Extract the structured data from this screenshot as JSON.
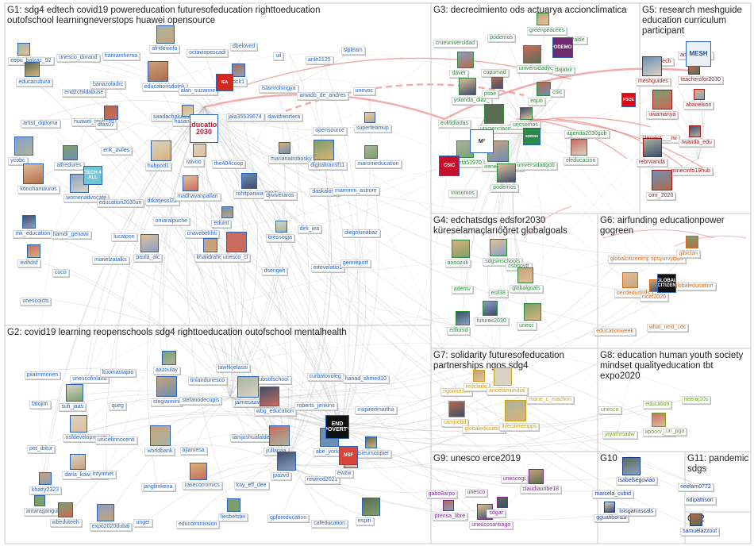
{
  "groups": [
    {
      "title": "G1: sdg4 edtech covid19 powereducation futuresofeducation righttoeducation outofschool learningneverstops huawei opensource"
    },
    {
      "title": "G2: covid19 learning reopenschools sdg4 righttoeducation outofschool mentalhealth"
    },
    {
      "title": "G3: decrecimiento ods actuarya accionclimatica"
    },
    {
      "title": "G4: edchatsdgs edsfor2030 küreselamaçlarıöğret globalgoals"
    },
    {
      "title": "G5: research meshguide education curriculum participant"
    },
    {
      "title": "G6: airfunding educationpower gogreen"
    },
    {
      "title": "G7: solidarity futuresofeducation partnerships ngos sdg4"
    },
    {
      "title": "G8: education human youth society mindset qualityeducation tbt expo2020"
    },
    {
      "title": "G9: unesco erce2019"
    },
    {
      "title": "G10"
    },
    {
      "title": "G11: pandemic sdgs"
    },
    {
      "title": "G12"
    }
  ],
  "labels": {
    "g1": [
      "eepu_balzac_92",
      "unesco_durand",
      "hanramhema",
      "afridevinfo",
      "octaviopescadi",
      "dbeloved",
      "uil",
      "anle2125",
      "slpleam",
      "educacultura",
      "end2childabuse",
      "banazoladrc",
      "educationsdotpk",
      "alan_suzanne",
      "ostock1",
      "islamrohingya",
      "amado_de_andres",
      "unevoc",
      "artist_diploma",
      "huawei_tech4all",
      "dfas07",
      "saadachakzai1",
      "hasansagdic7",
      "jala35539674",
      "davidresrtera",
      "opensource",
      "superteamup",
      "ycobc",
      "alfredures",
      "erik_aviles",
      "hubpod1",
      "raivoo",
      "the404coop",
      "marianatrobosky",
      "digitaltransf11",
      "maromeducation",
      "konohamauros",
      "womenadvocate",
      "education2030un",
      "drkatjessi22",
      "madhavanpallan",
      "rohitpanwar2010",
      "djiviveraros",
      "daskalosk",
      "mammm_astrom",
      "mk_education",
      "hamdi_genawi",
      "lucatoon",
      "omaralpuche",
      "cnavebekhti",
      "eduint",
      "bressogja",
      "dirk_iea",
      "diegolunabaz",
      "evihdsf",
      "cuco",
      "marielzatalks",
      "paula_alc",
      "khalidrahee",
      "unesco_cl",
      "dsengeh",
      "ertevelatio1",
      "gemreport",
      "unescoicts"
    ],
    "g2": [
      "piiaimmonen",
      "unescofinland",
      "ltuomastapio",
      "aazoulay",
      "tinlandunesco",
      "tawfikjelassi",
      "hubsofschool",
      "curbatovoleg",
      "hanad_shmed10",
      "fatojim",
      "sufi_jaas",
      "queg",
      "stegiannini",
      "stefanodecupis",
      "jaimesaavedra",
      "wbg_education",
      "roberts_jenkins",
      "inspiredmartha",
      "per_ibitur",
      "nsfdevelopments",
      "unicefinnocenti",
      "worldbank",
      "ajlamesa",
      "iamjoshualalde",
      "yullanaa",
      "abe_yorke",
      "tsieursoupier",
      "khatty2323",
      "daria_kowalska_",
      "intymnet",
      "jangllinkena",
      "rasecorromics",
      "kay_eff_dee",
      "jpazvd",
      "rewired2021",
      "ewzw",
      "antaraganguli",
      "wbeduteeh",
      "expo2020dubai",
      "ungei",
      "educommission",
      "liesbetstei",
      "gpforeducation",
      "cafeducation",
      "espin"
    ],
    "g3": [
      "crueuniversidad",
      "podemos",
      "greenpeacees",
      "juralde",
      "davet",
      "cupumad",
      "universidadyc",
      "dajalvir",
      "yolanda_diaz_",
      "psoe",
      "equo",
      "csic",
      "euklidiadas",
      "unicienciasomos",
      "urjcsomos",
      "agenda2030gob",
      "marta51970",
      "irene63807229",
      "universidadgob",
      "eleducacion",
      "vmsomos",
      "podemos"
    ],
    "g4": [
      "oanozuk",
      "sdgsinschools",
      "csbgovtr",
      "ademv",
      "esil38",
      "globalgoals",
      "edforsd",
      "futures2030",
      "unesc"
    ],
    "g5": [
      "ucsedtech",
      "andyjconnell",
      "meshguides",
      "teachersfor2030",
      "uwamariya",
      "abanelson",
      "clement___rw",
      "rwanda_edu",
      "rebrwanda",
      "minecinfo19hub",
      "cmr_2020"
    ],
    "g6": [
      "globalcitizenimpact",
      "tipsyurvyipps",
      "glbiclzn",
      "oecdeduskills",
      "nicef2020",
      "globaleducation",
      "educationweek",
      "what_next_cec"
    ],
    "g7": [
      "ngounesco",
      "redclade",
      "ancefamundial",
      "marie_c_machon",
      "campebd",
      "globaleducation",
      "livecitimeripps"
    ],
    "g8": [
      "unesco",
      "education",
      "neeraj10s",
      "jayathmadw",
      "apoorv_om",
      "un_pga"
    ],
    "g9": [
      "gabo8arpo",
      "unesco",
      "unescogt",
      "claudiauribe18",
      "prensa_libre",
      "unescosantiago",
      "sdgar"
    ],
    "g10": [
      "marcela_cubid",
      "isabelsegoviao",
      "gguatiboriza",
      "luisgarrascals"
    ],
    "g11": [
      "neelam0772",
      "ridipattison"
    ],
    "g12": [
      "samuelazzout"
    ]
  },
  "icons": {
    "end_poverty": "END POVERTY",
    "nsf": "NSF",
    "csic": "CSIC",
    "psoe": "PSOE",
    "iea": "IEA",
    "mesh": "MESH",
    "education2030": "Education 2030",
    "podemos": "PODEMOS",
    "global_citizen": "GLOBAL CITIZEN",
    "m2": "M²",
    "tech": "TECH 4 ALL",
    "somos": "somos"
  },
  "colors": {
    "g1": "#2a62b8",
    "g2": "#2a62b8",
    "g3": "#2a8a3a",
    "g4": "#2a8a3a",
    "g5": "#a01818",
    "g6": "#d76a1a",
    "g7": "#c9a11a",
    "g8": "#6aa41e",
    "g9": "#7a2a8a",
    "g10": "#1a3a8a",
    "g11": "#1a3a8a",
    "g12": "#1a3a8a",
    "edge": "#b8b8b8",
    "edge_red": "#e45a5a"
  }
}
